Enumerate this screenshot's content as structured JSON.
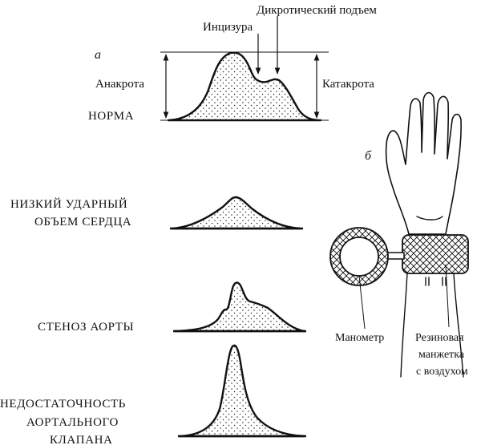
{
  "panel_a": {
    "letter": "а",
    "labels": {
      "incisura": "Инцизура",
      "dicrotic_rise": "Дикротический подъем",
      "anacrota": "Анакрота",
      "catacrota": "Катакрота"
    },
    "traces": {
      "normal": "НОРМА",
      "low_stroke_line1": "НИЗКИЙ УДАРНЫЙ",
      "low_stroke_line2": "ОБЪЕМ СЕРДЦА",
      "aortic_stenosis": "СТЕНОЗ АОРТЫ",
      "aortic_insufficiency_line1": "НЕДОСТАТОЧНОСТЬ",
      "aortic_insufficiency_line2": "АОРТАЛЬНОГО",
      "aortic_insufficiency_line3": "КЛАПАНА"
    }
  },
  "panel_b": {
    "letter": "б",
    "manometer": "Манометр",
    "cuff_line1": "Резиновая",
    "cuff_line2": "манжетка",
    "cuff_line3": "с воздухом"
  }
}
